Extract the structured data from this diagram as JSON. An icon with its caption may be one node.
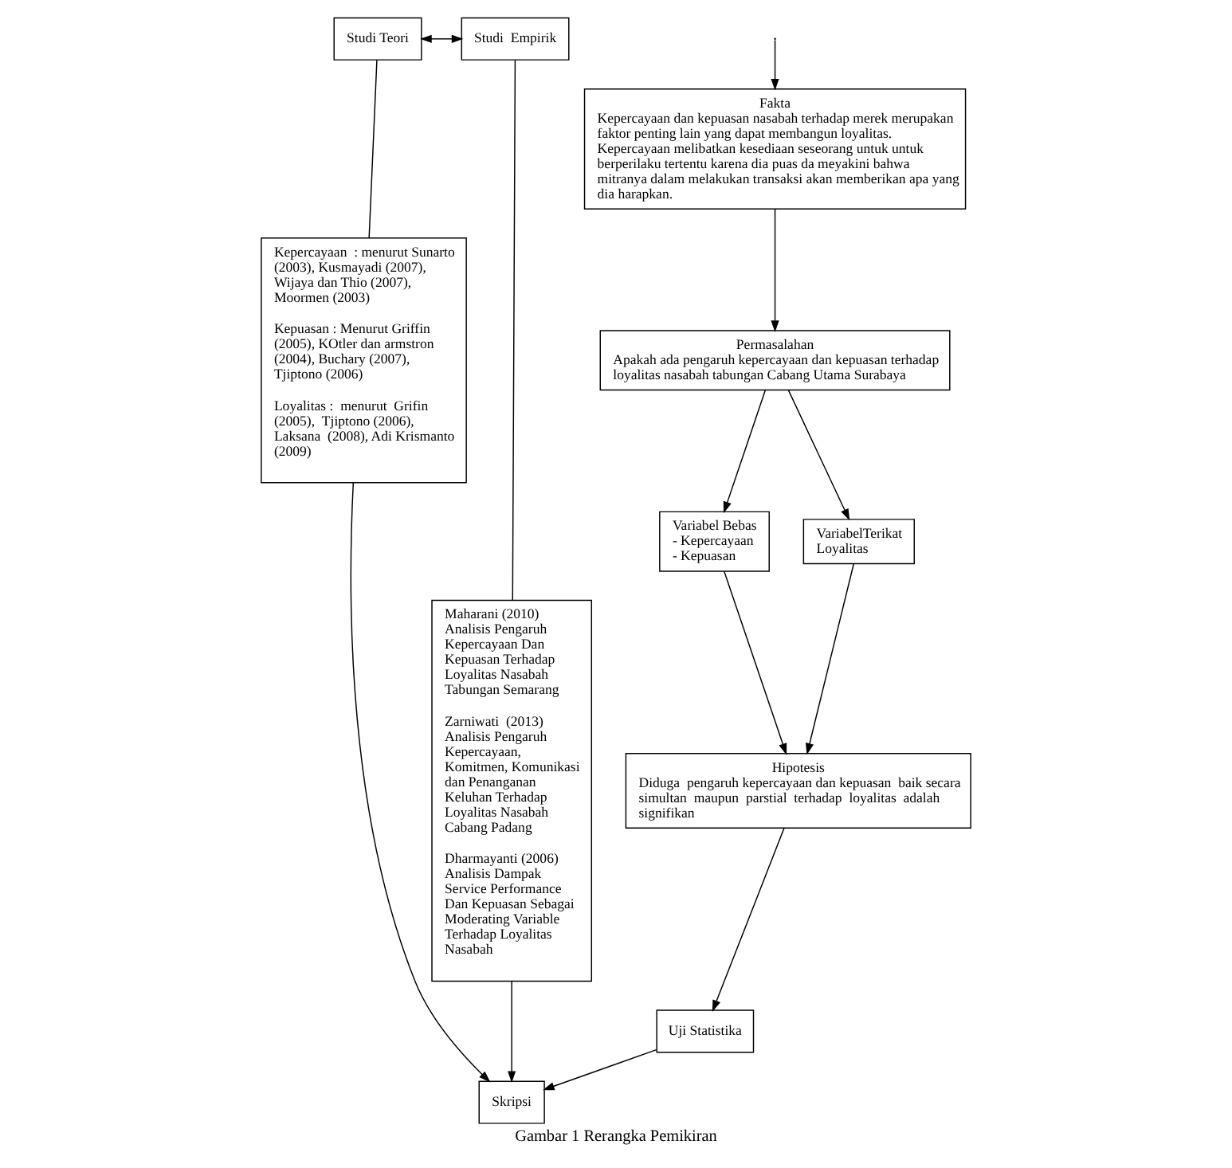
{
  "diagram": {
    "caption": "Gambar 1 Rerangka Pemikiran",
    "nodes": [
      {
        "text": [
          "Studi Teori"
        ]
      },
      {
        "text": [
          "Studi  Empirik"
        ]
      },
      {
        "text": [
          "Fakta",
          "Kepercayaan dan kepuasan nasabah terhadap merek merupakan faktor penting lain yang dapat membangun loyalitas. Kepercayaan melibatkan kesediaan seseorang untuk untuk berperilaku tertentu karena dia puas da meyakini bahwa mitranya dalam melakukan transaksi akan memberikan apa yang dia harapkan."
        ]
      },
      {
        "text": [
          "Kepercayaan  : menurut Sunarto  (2003), Kusmayadi (2007),  Wijaya dan Thio (2007), Moormen (2003)",
          "Kepuasan : Menurut Griffin (2005), KOtler dan armstron (2004), Buchary (2007), Tjiptono (2006)",
          "Loyalitas :  menurut  Grifin (2005),  Tjiptono (2006), Laksana  (2008), Adi Krismanto (2009)"
        ]
      },
      {
        "text": [
          "Maharani (2010)",
          "Analisis Pengaruh Kepercayaan Dan Kepuasan Terhadap Loyalitas Nasabah Tabungan Semarang",
          "Zarniwati  (2013)",
          "Analisis Pengaruh Kepercayaan, Komitmen, Komunikasi dan Penanganan Keluhan Terhadap Loyalitas Nasabah Cabang Padang",
          "Dharmayanti (2006)",
          "Analisis Dampak Service Performance Dan Kepuasan Sebagai Moderating Variable Terhadap Loyalitas Nasabah"
        ]
      },
      {
        "text": [
          "Permasalahan",
          "Apakah ada pengaruh kepercayaan dan kepuasan terhadap loyalitas nasabah tabungan Cabang Utama Surabaya"
        ]
      },
      {
        "text": [
          "Variabel Bebas - Kepercayaan - Kepuasan"
        ]
      },
      {
        "text": [
          "VariabelTerikat Loyalitas"
        ]
      },
      {
        "text": [
          "Hipotesis",
          "Diduga  pengaruh kepercayaan dan kepuasan  baik secara simultan  maupun  parstial  terhadap  loyalitas  adalah signifikan"
        ]
      },
      {
        "text": [
          "Uji Statistika"
        ]
      },
      {
        "text": [
          "Skripsi"
        ]
      }
    ],
    "edges": [
      {
        "from": 0,
        "to": 1,
        "arrow": "both"
      },
      {
        "from": null,
        "to": 2,
        "arrow": "to"
      },
      {
        "from": 0,
        "to": 3,
        "arrow": "none"
      },
      {
        "from": 1,
        "to": 4,
        "arrow": "none"
      },
      {
        "from": 2,
        "to": 5,
        "arrow": "to"
      },
      {
        "from": 5,
        "to": 6,
        "arrow": "to"
      },
      {
        "from": 5,
        "to": 7,
        "arrow": "to"
      },
      {
        "from": 6,
        "to": 8,
        "arrow": "to"
      },
      {
        "from": 7,
        "to": 8,
        "arrow": "to"
      },
      {
        "from": 8,
        "to": 9,
        "arrow": "to"
      },
      {
        "from": 9,
        "to": 10,
        "arrow": "to"
      },
      {
        "from": 3,
        "to": 10,
        "arrow": "to"
      },
      {
        "from": 4,
        "to": 10,
        "arrow": "to"
      }
    ]
  }
}
